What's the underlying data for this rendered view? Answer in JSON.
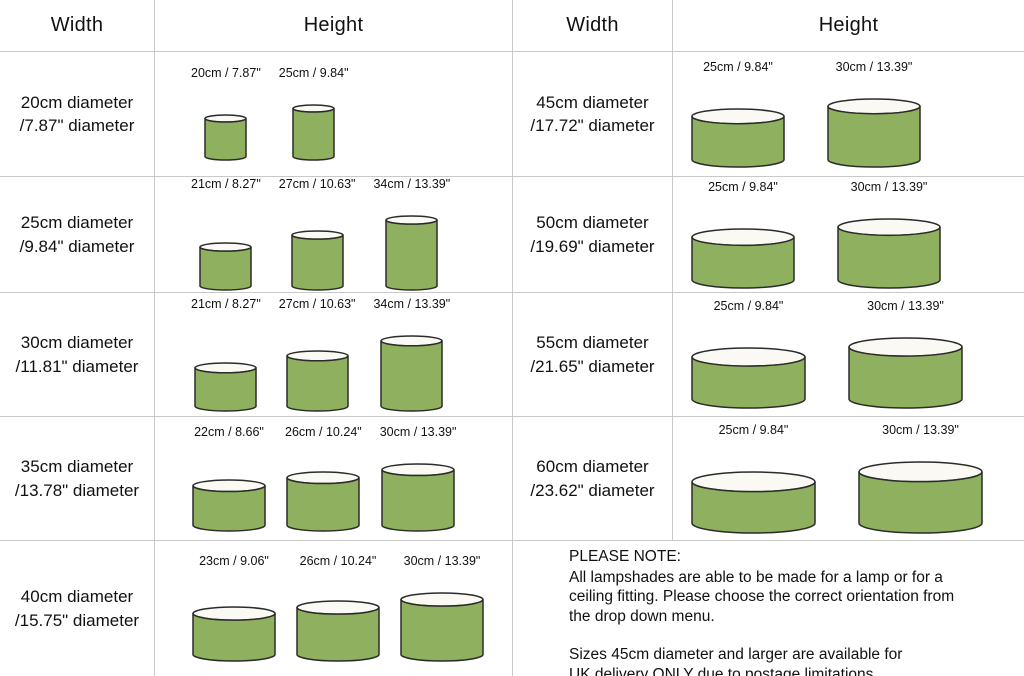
{
  "colors": {
    "shade_green": "#8FB05E",
    "shade_outline": "#2b2b2b",
    "shade_top_fill": "#faf9f4",
    "grid_line": "#c9c9c9",
    "text": "#111111"
  },
  "table_left": {
    "header": {
      "width": "Width",
      "height": "Height"
    },
    "rows": [
      {
        "width_line1": "20cm diameter",
        "width_line2": "/7.87\" diameter",
        "shades": [
          {
            "label": "20cm / 7.87\"",
            "width_cm": 20,
            "height_cm": 20
          },
          {
            "label": "25cm / 9.84\"",
            "width_cm": 20,
            "height_cm": 25
          }
        ]
      },
      {
        "width_line1": "25cm diameter",
        "width_line2": "/9.84\" diameter",
        "shades": [
          {
            "label": "21cm / 8.27\"",
            "width_cm": 25,
            "height_cm": 21
          },
          {
            "label": "27cm / 10.63\"",
            "width_cm": 25,
            "height_cm": 27
          },
          {
            "label": "34cm / 13.39\"",
            "width_cm": 25,
            "height_cm": 34
          }
        ]
      },
      {
        "width_line1": "30cm diameter",
        "width_line2": "/11.81\" diameter",
        "shades": [
          {
            "label": "21cm / 8.27\"",
            "width_cm": 30,
            "height_cm": 21
          },
          {
            "label": "27cm / 10.63\"",
            "width_cm": 30,
            "height_cm": 27
          },
          {
            "label": "34cm / 13.39\"",
            "width_cm": 30,
            "height_cm": 34
          }
        ]
      },
      {
        "width_line1": "35cm diameter",
        "width_line2": "/13.78\" diameter",
        "shades": [
          {
            "label": "22cm / 8.66\"",
            "width_cm": 35,
            "height_cm": 22
          },
          {
            "label": "26cm / 10.24\"",
            "width_cm": 35,
            "height_cm": 26
          },
          {
            "label": "30cm / 13.39\"",
            "width_cm": 35,
            "height_cm": 30
          }
        ]
      },
      {
        "width_line1": "40cm diameter",
        "width_line2": "/15.75\" diameter",
        "shades": [
          {
            "label": "23cm / 9.06\"",
            "width_cm": 40,
            "height_cm": 23
          },
          {
            "label": "26cm / 10.24\"",
            "width_cm": 40,
            "height_cm": 26
          },
          {
            "label": "30cm / 13.39\"",
            "width_cm": 40,
            "height_cm": 30
          }
        ]
      }
    ]
  },
  "table_right": {
    "header": {
      "width": "Width",
      "height": "Height"
    },
    "rows": [
      {
        "width_line1": "45cm diameter",
        "width_line2": "/17.72\" diameter",
        "shades": [
          {
            "label": "25cm / 9.84\"",
            "width_cm": 45,
            "height_cm": 25
          },
          {
            "label": "30cm / 13.39\"",
            "width_cm": 45,
            "height_cm": 30
          }
        ]
      },
      {
        "width_line1": "50cm diameter",
        "width_line2": "/19.69\" diameter",
        "shades": [
          {
            "label": "25cm / 9.84\"",
            "width_cm": 50,
            "height_cm": 25
          },
          {
            "label": "30cm / 13.39\"",
            "width_cm": 50,
            "height_cm": 30
          }
        ]
      },
      {
        "width_line1": "55cm diameter",
        "width_line2": "/21.65\" diameter",
        "shades": [
          {
            "label": "25cm / 9.84\"",
            "width_cm": 55,
            "height_cm": 25
          },
          {
            "label": "30cm / 13.39\"",
            "width_cm": 55,
            "height_cm": 30
          }
        ]
      },
      {
        "width_line1": "60cm diameter",
        "width_line2": "/23.62\" diameter",
        "shades": [
          {
            "label": "25cm / 9.84\"",
            "width_cm": 60,
            "height_cm": 25
          },
          {
            "label": "30cm / 13.39\"",
            "width_cm": 60,
            "height_cm": 30
          }
        ]
      }
    ]
  },
  "note": {
    "title": "PLEASE NOTE:",
    "paragraph1": "All lampshades are able to be made for a lamp or for a\nceiling fitting. Please choose the correct orientation from\nthe drop down menu.",
    "paragraph2": "Sizes 45cm diameter and larger are available for\nUK delivery ONLY due to postage limitations"
  }
}
